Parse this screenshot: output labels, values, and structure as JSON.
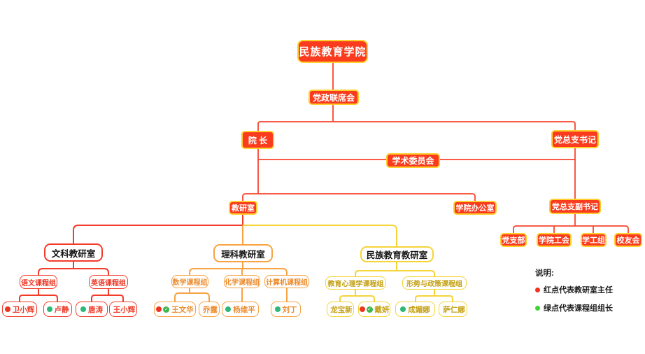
{
  "nodes": {
    "root": {
      "label": "民族教育学院"
    },
    "joint": {
      "label": "党政联席会"
    },
    "president": {
      "label": "院 长"
    },
    "secretary": {
      "label": "党总支书记"
    },
    "academic": {
      "label": "学术委员会"
    },
    "tro": {
      "label": "教研室"
    },
    "office": {
      "label": "学院办公室"
    },
    "deputy": {
      "label": "党总支副书记"
    },
    "party_branch": {
      "label": "党支部"
    },
    "union": {
      "label": "学院工会"
    },
    "student_work": {
      "label": "学工组"
    },
    "alumni": {
      "label": "校友会"
    },
    "liberal_arts": {
      "label": "文科教研室"
    },
    "science": {
      "label": "理科教研室"
    },
    "ethnic_edu": {
      "label": "民族教育教研室"
    },
    "chinese": {
      "label": "语文课程组"
    },
    "english": {
      "label": "英语课程组"
    },
    "math": {
      "label": "数学课程组"
    },
    "chemistry": {
      "label": "化学课程组"
    },
    "computer": {
      "label": "计算机课程组"
    },
    "edu_psych": {
      "label": "教育心理学课程组"
    },
    "policy": {
      "label": "形势与政策课程组"
    }
  },
  "people": {
    "wei_xiaohui": {
      "label": "卫小辉",
      "dots": "red"
    },
    "lu_jing": {
      "label": "卢静",
      "dots": "green"
    },
    "tang_tao": {
      "label": "唐涛",
      "dots": "green"
    },
    "wang_xiaohui": {
      "label": "王小辉",
      "dots": ""
    },
    "wang_wenhua": {
      "label": "王文华",
      "dots": "red+greencheck"
    },
    "qiao_lu": {
      "label": "乔露",
      "dots": ""
    },
    "yang_weiping": {
      "label": "杨维平",
      "dots": "green"
    },
    "liu_ding": {
      "label": "刘丁",
      "dots": "green"
    },
    "long_baoxin": {
      "label": "龙宝新",
      "dots": ""
    },
    "dai_yan": {
      "label": "戴妍",
      "dots": "red+greencheck"
    },
    "cheng_meina": {
      "label": "成媚娜",
      "dots": "green"
    },
    "sa_renna": {
      "label": "萨仁娜",
      "dots": ""
    }
  },
  "hierarchy": {
    "root": [
      "joint"
    ],
    "joint": [
      "president",
      "secretary"
    ],
    "president_secretary_link": [
      "academic"
    ],
    "president": [
      "tro",
      "office"
    ],
    "secretary": [
      "deputy"
    ],
    "deputy": [
      "party_branch",
      "union",
      "student_work",
      "alumni"
    ],
    "tro": [
      "liberal_arts",
      "science",
      "ethnic_edu"
    ],
    "liberal_arts": [
      "chinese",
      "english"
    ],
    "science": [
      "math",
      "chemistry",
      "computer"
    ],
    "ethnic_edu": [
      "edu_psych",
      "policy"
    ],
    "chinese": [
      "wei_xiaohui",
      "lu_jing"
    ],
    "english": [
      "tang_tao",
      "wang_xiaohui"
    ],
    "math": [
      "wang_wenhua",
      "qiao_lu"
    ],
    "chemistry": [
      "yang_weiping"
    ],
    "computer": [
      "liu_ding"
    ],
    "edu_psych": [
      "long_baoxin",
      "dai_yan"
    ],
    "policy": [
      "cheng_meina",
      "sa_renna"
    ]
  },
  "legend": {
    "title": "说明:",
    "items": [
      {
        "dot": "red-dot-icon",
        "text": "红点代表教研室主任"
      },
      {
        "dot": "green-dot-icon",
        "text": "绿点代表课程组组长"
      }
    ]
  },
  "colors": {
    "node_fill_red": "#fa3b1d",
    "node_border_yellow": "#ffd02e",
    "line_red": "#f9452f",
    "branch_red": "#f43b2a",
    "branch_orange": "#f9a242",
    "branch_yellow": "#f5d439",
    "dot_red": "#ee3322",
    "dot_green": "#2eb878",
    "dot_green_check": "#3cb54a"
  }
}
